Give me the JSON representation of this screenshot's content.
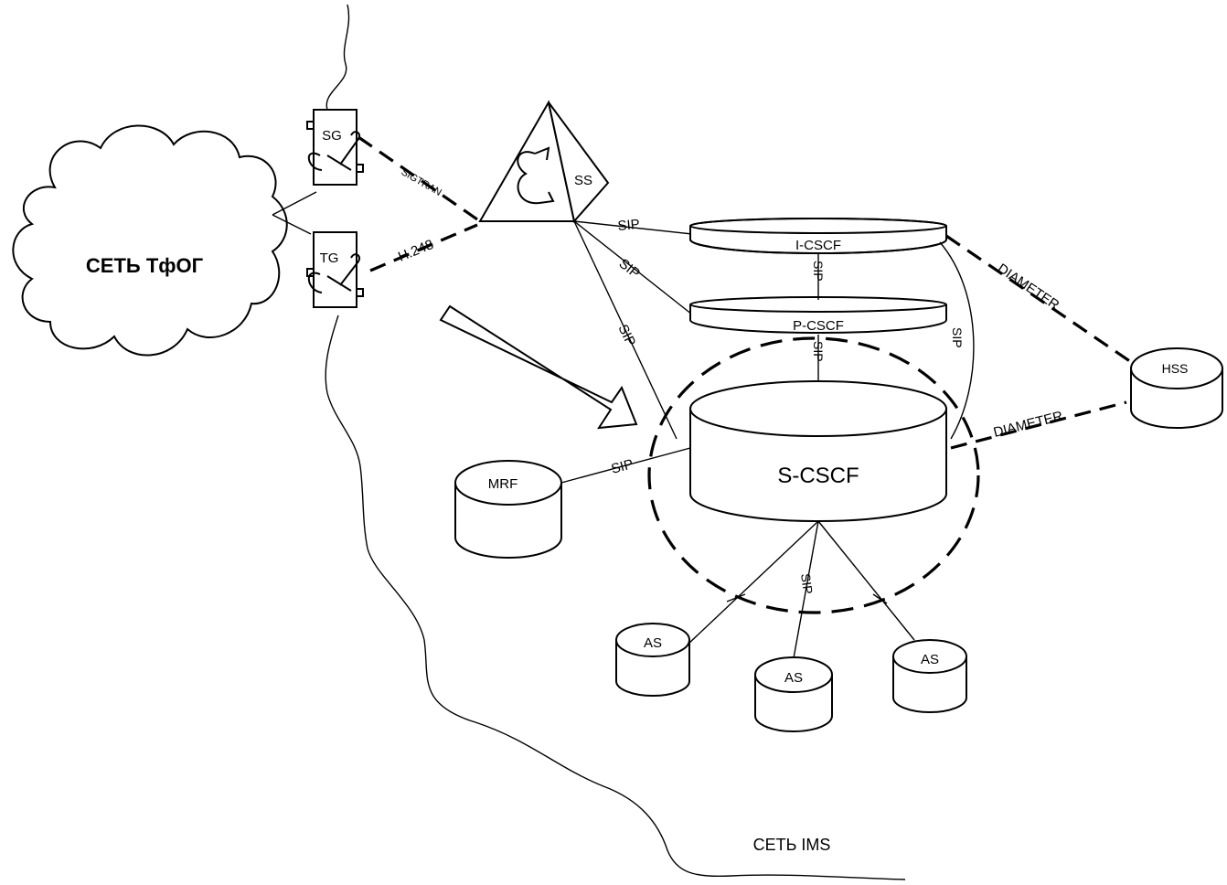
{
  "networks": {
    "pstn": "СЕТЬ ТфОГ",
    "ims": "СЕТЬ IMS"
  },
  "nodes": {
    "sg": "SG",
    "tg": "TG",
    "ss": "SS",
    "icscf": "I-CSCF",
    "pcscf": "P-CSCF",
    "scscf": "S-CSCF",
    "hss": "HSS",
    "mrf": "MRF",
    "as1": "AS",
    "as2": "AS",
    "as3": "AS"
  },
  "links": {
    "sigtran": "SIGTRAN",
    "h248": "H.248",
    "sip_ss_icscf": "SIP",
    "sip_ss_pcscf": "SIP",
    "sip_ss_scscf": "SIP",
    "sip_icscf_pcscf": "SIP",
    "sip_pcscf_scscf": "SIP",
    "sip_icscf_scscf": "SIP",
    "sip_mrf": "SIP",
    "sip_as": "SIP",
    "diameter_icscf": "DIAMETER",
    "diameter_scscf": "DIAMETER"
  }
}
